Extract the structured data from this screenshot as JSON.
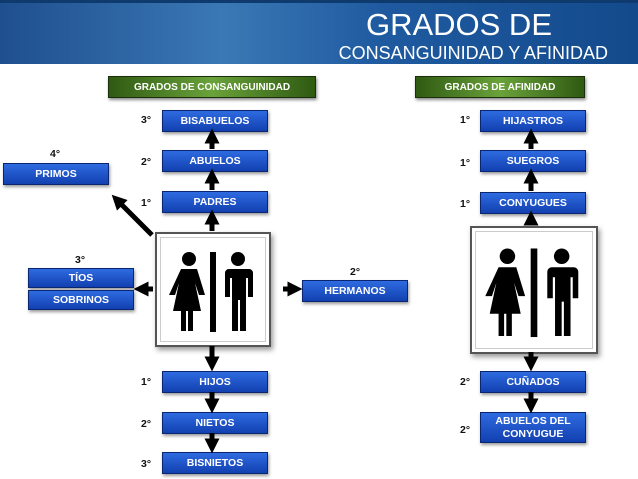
{
  "header": {
    "title": "GRADOS DE",
    "subtitle": "CONSANGUINIDAD Y AFINIDAD"
  },
  "consanguinidad": {
    "heading": "GRADOS DE CONSANGUINIDAD",
    "up": [
      {
        "deg": "3°",
        "label": "BISABUELOS"
      },
      {
        "deg": "2°",
        "label": "ABUELOS"
      },
      {
        "deg": "1°",
        "label": "PADRES"
      }
    ],
    "down": [
      {
        "deg": "1°",
        "label": "HIJOS"
      },
      {
        "deg": "2°",
        "label": "NIETOS"
      },
      {
        "deg": "3°",
        "label": "BISNIETOS"
      }
    ],
    "primos": {
      "deg": "4°",
      "label": "PRIMOS"
    },
    "tios": {
      "deg": "3°",
      "labels": [
        "TÍOS",
        "SOBRINOS"
      ]
    },
    "hermanos": {
      "deg": "2°",
      "label": "HERMANOS"
    }
  },
  "afinidad": {
    "heading": "GRADOS DE AFINIDAD",
    "up": [
      {
        "deg": "1°",
        "label": "HIJASTROS"
      },
      {
        "deg": "1°",
        "label": "SUEGROS"
      },
      {
        "deg": "1°",
        "label": "CONYUGUES"
      }
    ],
    "down": [
      {
        "deg": "2°",
        "label": "CUÑADOS"
      },
      {
        "deg": "2°",
        "label": "ABUELOS DEL CONYUGUE"
      }
    ]
  },
  "icons": {
    "family": "restroom-couple-icon",
    "arrow": "arrow-icon"
  }
}
